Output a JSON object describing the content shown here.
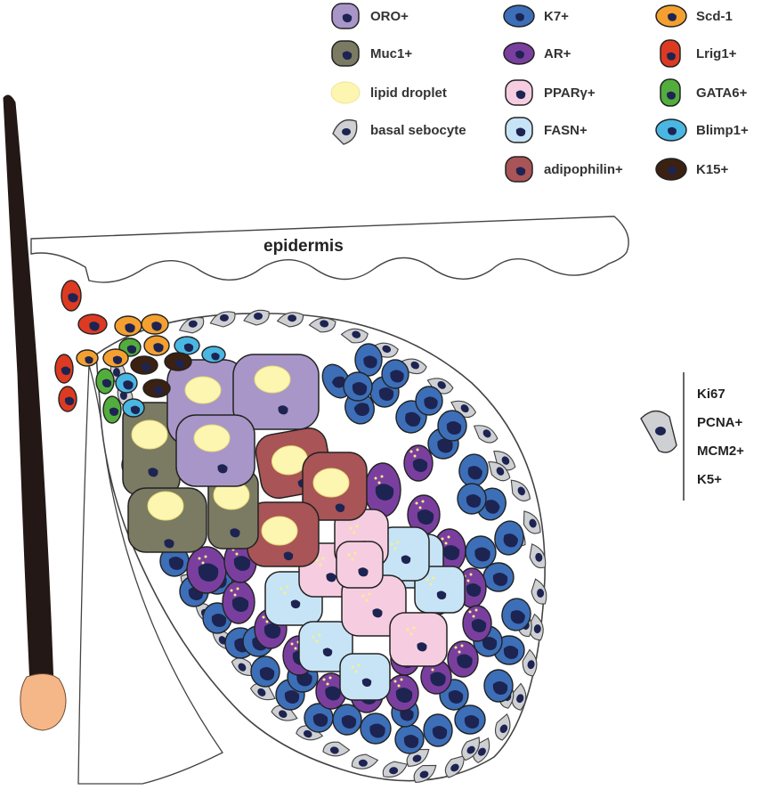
{
  "legend": [
    {
      "key": "oro",
      "label": "ORO+",
      "color": "#a896c8",
      "shape": "rounded"
    },
    {
      "key": "muc1",
      "label": "Muc1+",
      "color": "#7b7a63",
      "shape": "rounded"
    },
    {
      "key": "lipid",
      "label": "lipid droplet",
      "color": "#fdf6b0",
      "shape": "droplet"
    },
    {
      "key": "basal",
      "label": "basal sebocyte",
      "color": "#cfd0d3",
      "shape": "basal"
    },
    {
      "key": "k7",
      "label": "K7+",
      "color": "#3c6fb8",
      "shape": "oval"
    },
    {
      "key": "ar",
      "label": "AR+",
      "color": "#7a3f9e",
      "shape": "oval"
    },
    {
      "key": "ppar",
      "label": "PPARγ+",
      "color": "#f6cde0",
      "shape": "rounded"
    },
    {
      "key": "fasn",
      "label": "FASN+",
      "color": "#c7e4f6",
      "shape": "rounded"
    },
    {
      "key": "adipophilin",
      "label": "adipophilin+",
      "color": "#a95456",
      "shape": "rounded"
    },
    {
      "key": "scd1",
      "label": "Scd-1",
      "color": "#f4a030",
      "shape": "oval"
    },
    {
      "key": "lrig1",
      "label": "Lrig1+",
      "color": "#dd3a22",
      "shape": "tall"
    },
    {
      "key": "gata6",
      "label": "GATA6+",
      "color": "#52ad3d",
      "shape": "tall"
    },
    {
      "key": "blimp1",
      "label": "Blimp1+",
      "color": "#4ab7e2",
      "shape": "oval"
    },
    {
      "key": "k15",
      "label": "K15+",
      "color": "#3a2112",
      "shape": "oval"
    }
  ],
  "labels": {
    "epidermis": "epidermis"
  },
  "basal_markers": [
    "Ki67",
    "PCNA+",
    "MCM2+",
    "K5+"
  ],
  "colors": {
    "nucleus": "#1d2452",
    "outline": "#222222",
    "hair_shaft": "#231815",
    "hair_bulb": "#f6b788"
  }
}
